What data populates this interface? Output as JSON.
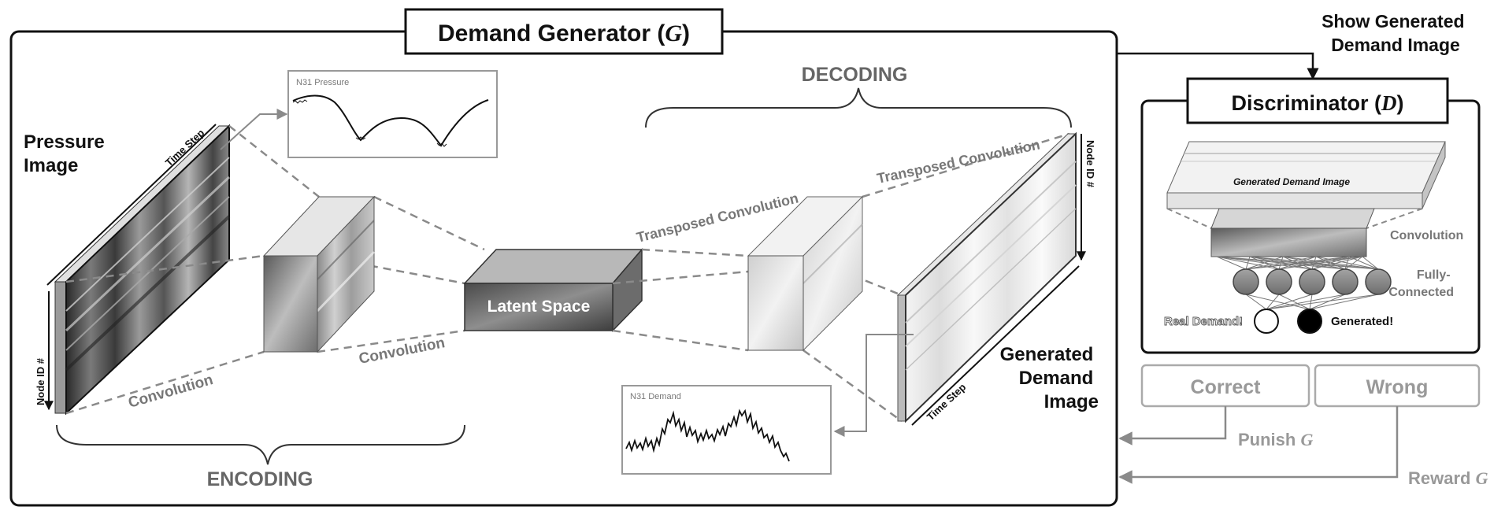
{
  "generator": {
    "title": "Demand Generator (",
    "title_sym": "G",
    "title_end": ")",
    "encoding": "ENCODING",
    "decoding": "DECODING",
    "pressure_image": [
      "Pressure",
      "Image"
    ],
    "time_step": "Time Step",
    "node_id": "Node ID #",
    "convolution": "Convolution",
    "transposed_convolution": "Transposed Convolution",
    "latent_space": "Latent Space",
    "generated_demand_image": [
      "Generated",
      "Demand",
      "Image"
    ],
    "pressure_plot_title": "N31 Pressure",
    "demand_plot_title": "N31 Demand"
  },
  "show_generated": [
    "Show Generated",
    "Demand Image"
  ],
  "discriminator": {
    "title": "Discriminator (",
    "title_sym": "D",
    "title_end": ")",
    "slab_label": "Generated Demand Image",
    "convolution": "Convolution",
    "fully_connected": [
      "Fully-",
      "Connected"
    ],
    "real": "Real Demand!",
    "generated": "Generated!"
  },
  "outcome": {
    "correct": "Correct",
    "wrong": "Wrong"
  },
  "feedback": {
    "punish": "Punish ",
    "punish_sym": "G",
    "reward": "Reward ",
    "reward_sym": "G"
  }
}
